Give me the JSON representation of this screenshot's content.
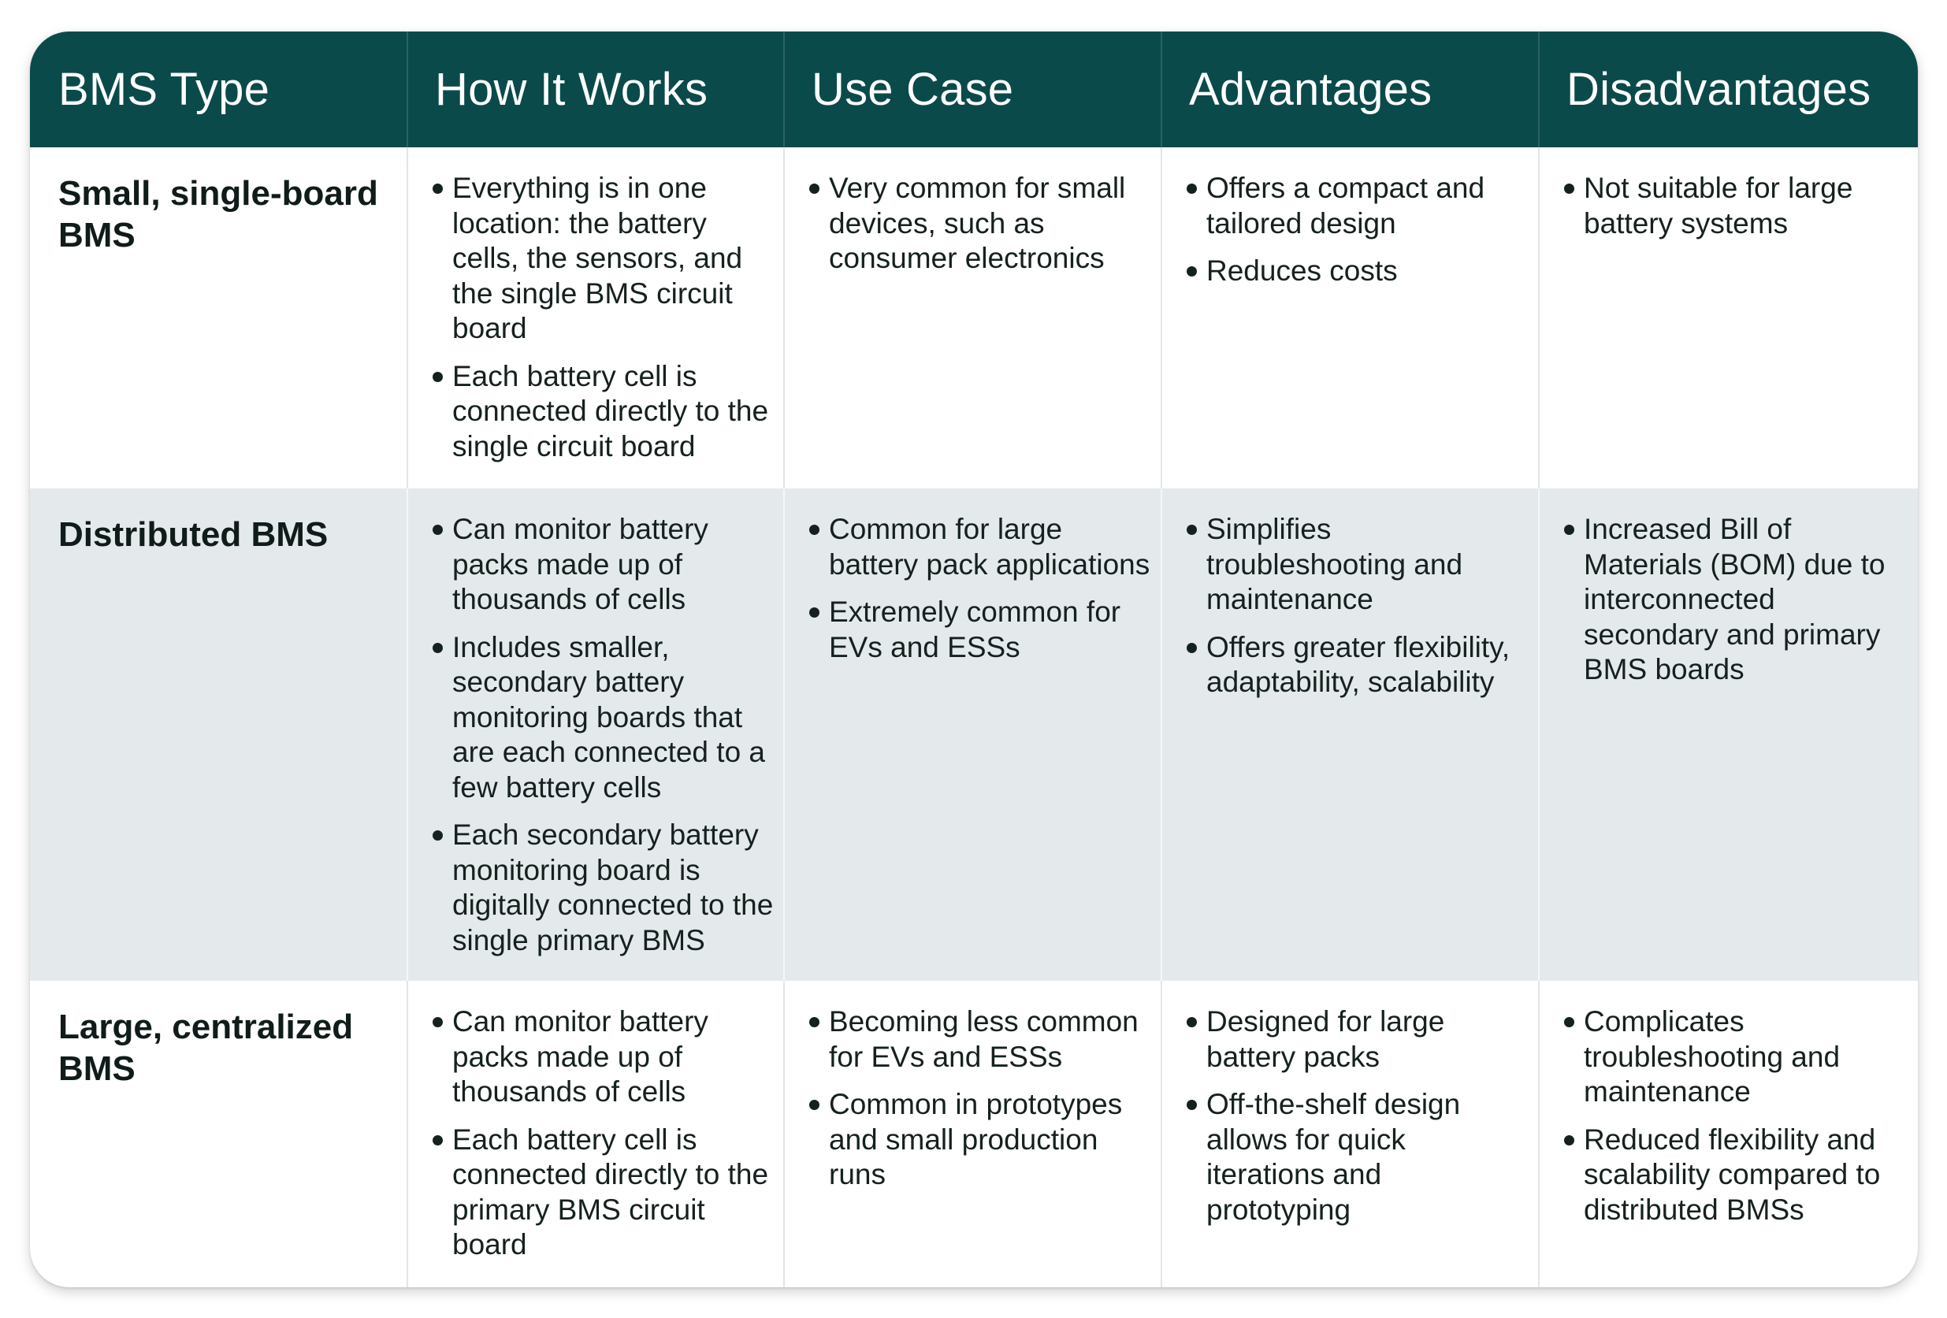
{
  "headers": [
    "BMS Type",
    "How It Works",
    "Use Case",
    "Advantages",
    "Disadvantages"
  ],
  "rows": [
    {
      "type": "Small, single-board BMS",
      "how": [
        "Everything is in one location: the battery cells, the sensors, and the single BMS circuit board",
        "Each battery cell is connected directly to the single circuit board"
      ],
      "use": [
        "Very common for small devices, such as consumer electronics"
      ],
      "adv": [
        "Offers a compact and tailored design",
        "Reduces costs"
      ],
      "dis": [
        "Not suitable for large battery systems"
      ]
    },
    {
      "type": "Distributed BMS",
      "how": [
        "Can monitor battery packs made up of thousands of cells",
        "Includes smaller, secondary battery monitoring boards that are each connected to a few battery cells",
        "Each secondary battery monitoring board is digitally connected to the single primary BMS"
      ],
      "use": [
        "Common for large battery pack applications",
        "Extremely common for EVs and ESSs"
      ],
      "adv": [
        "Simplifies troubleshooting and maintenance",
        "Offers greater flexibility, adaptability, scalability"
      ],
      "dis": [
        "Increased Bill of Materials (BOM) due to interconnected secondary and primary BMS boards"
      ]
    },
    {
      "type": "Large, centralized BMS",
      "how": [
        "Can monitor battery packs made up of thousands of cells",
        "Each battery cell is connected directly to the primary BMS circuit board"
      ],
      "use": [
        "Becoming less common for EVs and ESSs",
        "Common in prototypes and small production runs"
      ],
      "adv": [
        "Designed for large battery packs",
        "Off-the-shelf design allows for quick iterations and prototyping"
      ],
      "dis": [
        "Complicates troubleshooting and maintenance",
        "Reduced flexibility and scalability compared to distributed BMSs"
      ]
    }
  ],
  "colors": {
    "header_bg": "#0b4a4b",
    "header_text": "#ffffff",
    "alt_row_bg": "#e4eaeb",
    "text": "#15211f"
  }
}
